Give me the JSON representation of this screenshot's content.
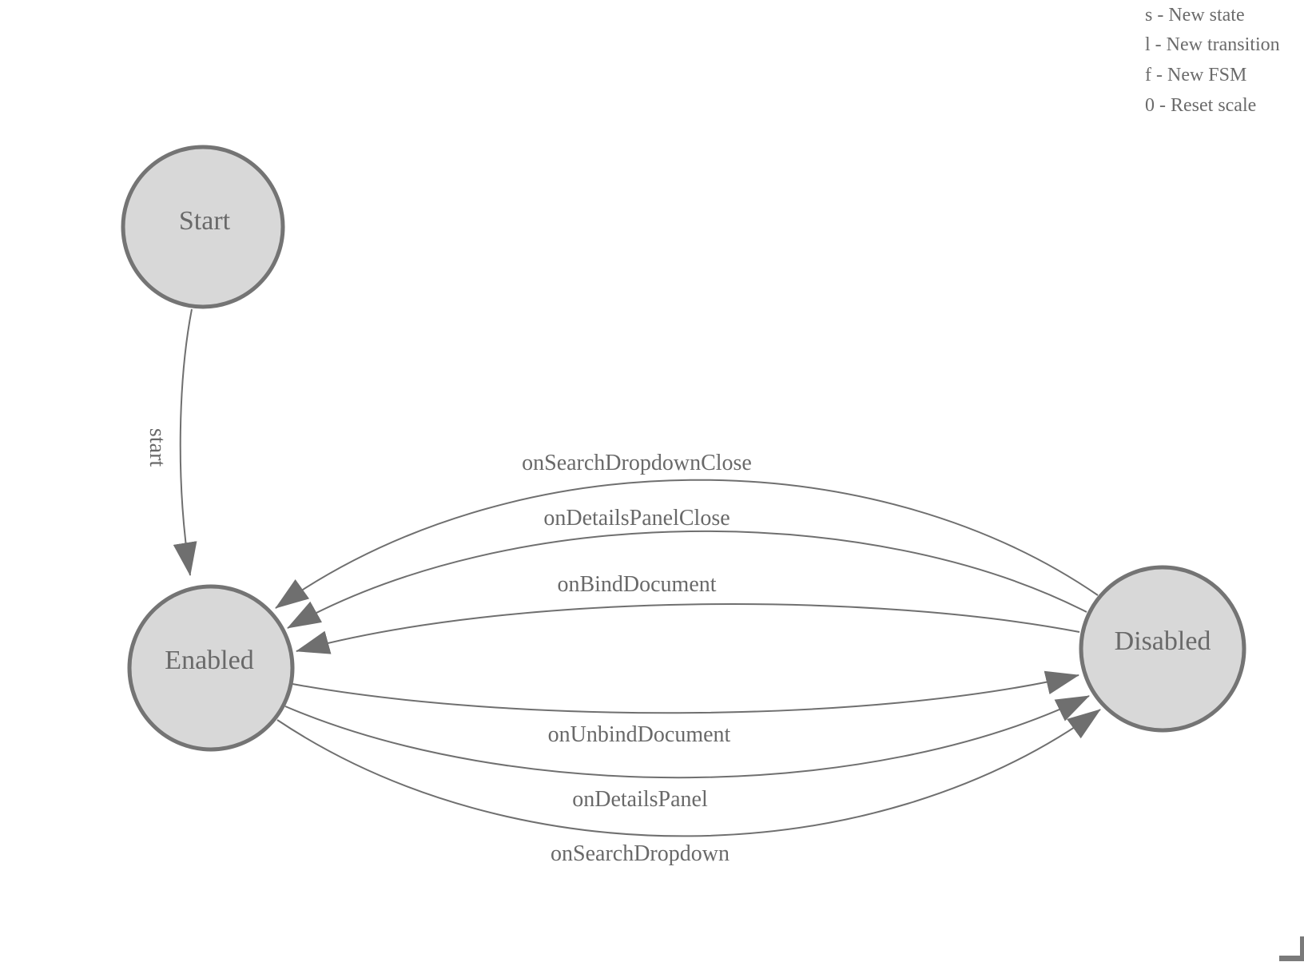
{
  "diagram": {
    "type": "finite-state-machine",
    "states": [
      {
        "id": "start",
        "label": "Start"
      },
      {
        "id": "enabled",
        "label": "Enabled"
      },
      {
        "id": "disabled",
        "label": "Disabled"
      }
    ],
    "transitions": [
      {
        "from": "Start",
        "to": "Enabled",
        "label": "start"
      },
      {
        "from": "Disabled",
        "to": "Enabled",
        "label": "onSearchDropdownClose"
      },
      {
        "from": "Disabled",
        "to": "Enabled",
        "label": "onDetailsPanelClose"
      },
      {
        "from": "Disabled",
        "to": "Enabled",
        "label": "onBindDocument"
      },
      {
        "from": "Enabled",
        "to": "Disabled",
        "label": "onUnbindDocument"
      },
      {
        "from": "Enabled",
        "to": "Disabled",
        "label": "onDetailsPanel"
      },
      {
        "from": "Enabled",
        "to": "Disabled",
        "label": "onSearchDropdown"
      }
    ]
  },
  "legend": {
    "items": [
      "s - New state",
      "l - New transition",
      "f - New FSM",
      "0 - Reset scale"
    ]
  },
  "colors": {
    "node_fill": "#d8d8d8",
    "node_stroke": "#747474",
    "edge_stroke": "#6f6f6f",
    "label_text": "#696969",
    "legend_text": "#6b6b6b",
    "corner_mark": "#7a7a7a"
  }
}
